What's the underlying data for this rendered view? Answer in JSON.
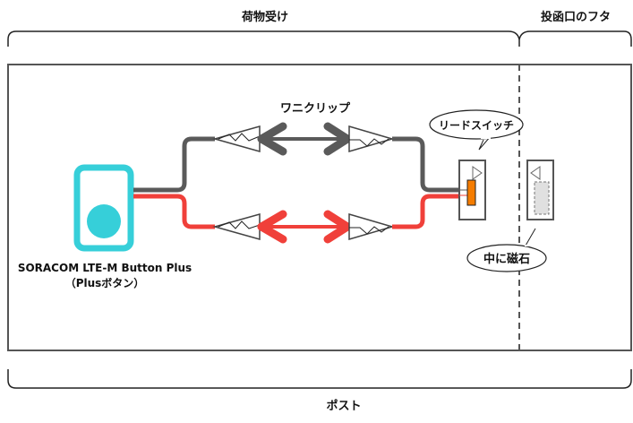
{
  "labels": {
    "package_receiver": "荷物受け",
    "slot_lid": "投函口のフタ",
    "post": "ポスト",
    "alligator_clip": "ワニクリップ",
    "reed_switch": "リードスイッチ",
    "magnet_inside": "中に磁石",
    "device_name_line1": "SORACOM LTE-M Button Plus",
    "device_name_line2": "（Plusボタン）"
  },
  "colors": {
    "device": "#36cfd9",
    "wire_gray": "#5a5a5a",
    "wire_red": "#f0403a",
    "reed_switch": "#f57c00",
    "magnet": "#e0e0e0",
    "outline": "#555555"
  }
}
